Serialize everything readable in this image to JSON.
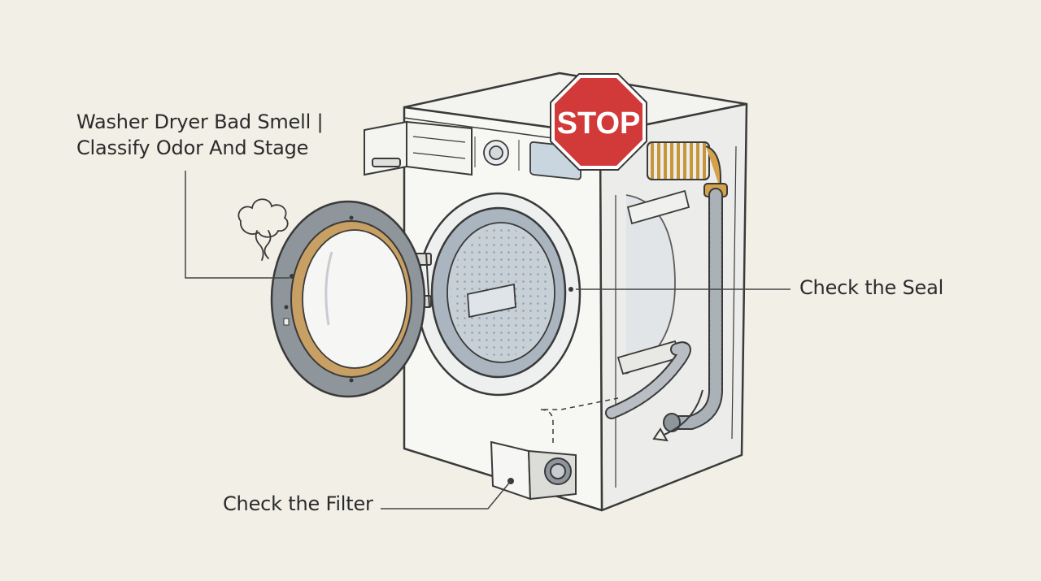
{
  "title": {
    "line1": "Washer Dryer Bad Smell |",
    "line2": "Classify Odor And Stage"
  },
  "callouts": {
    "seal": "Check the Seal",
    "filter": "Check the Filter"
  },
  "stop_sign": {
    "text": "STOP",
    "color": "#d23a3a"
  },
  "colors": {
    "background": "#f1efe6",
    "outline": "#3a3a3a",
    "seal_gold": "#c9a063",
    "drum": "#b8c2cc",
    "leader": "#444444"
  },
  "icons": [
    "odor-cloud-icon",
    "stop-sign-icon",
    "drain-arrow-icon"
  ]
}
